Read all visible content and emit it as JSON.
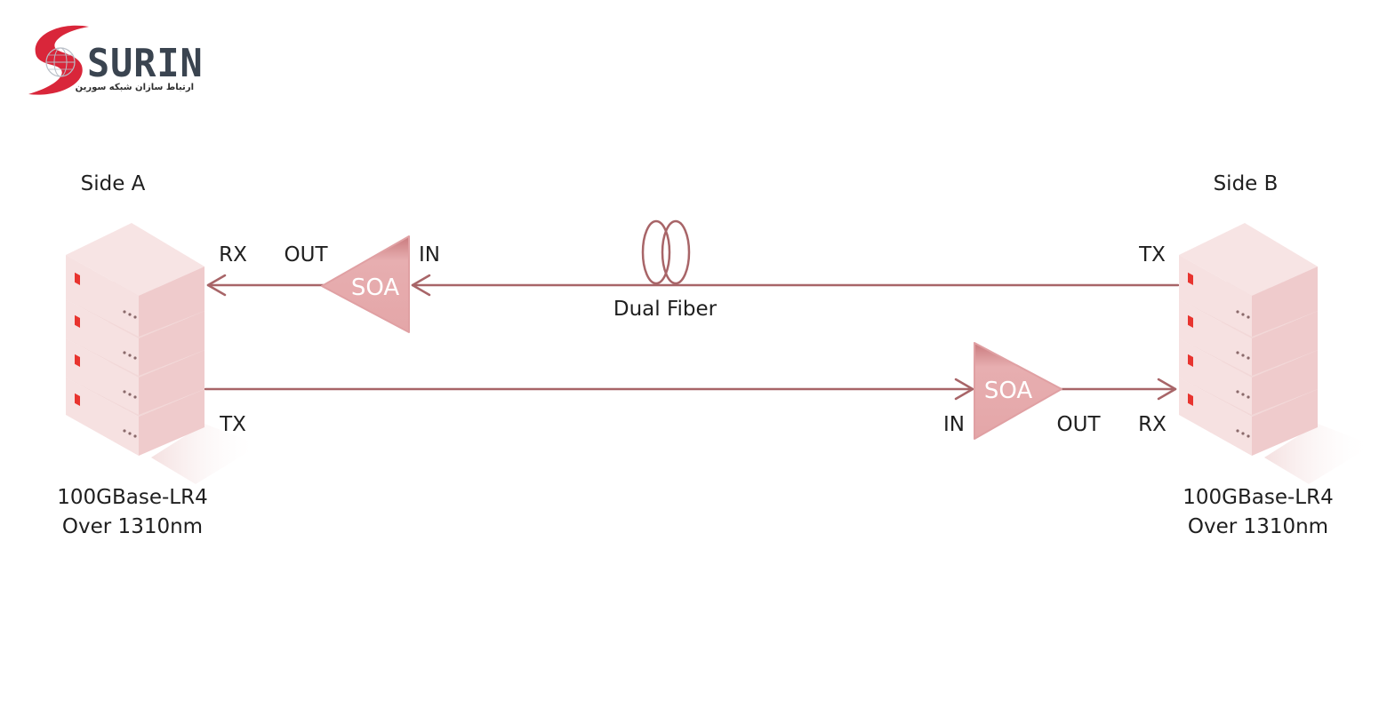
{
  "logo": {
    "name": "SURIN",
    "tagline": "ارتباط سازان شبکه سورین",
    "colors": {
      "swoosh": "#d9263a",
      "text": "#3a4450"
    }
  },
  "side_a": {
    "title": "Side A",
    "rx_label": "RX",
    "tx_label": "TX",
    "caption_line1": "100GBase-LR4",
    "caption_line2": "Over 1310nm"
  },
  "side_b": {
    "title": "Side B",
    "tx_label": "TX",
    "rx_label": "RX",
    "caption_line1": "100GBase-LR4",
    "caption_line2": "Over 1310nm"
  },
  "amplifier_top": {
    "label": "SOA",
    "in_label": "IN",
    "out_label": "OUT"
  },
  "amplifier_bottom": {
    "label": "SOA",
    "in_label": "IN",
    "out_label": "OUT"
  },
  "fiber": {
    "label": "Dual Fiber"
  },
  "colors": {
    "line": "#a86568",
    "server_light": "#f7e4e4",
    "server_mid": "#efcccd",
    "server_dark": "#e2b4b6",
    "led": "#e8342f",
    "soa": "#e2a5a7"
  }
}
